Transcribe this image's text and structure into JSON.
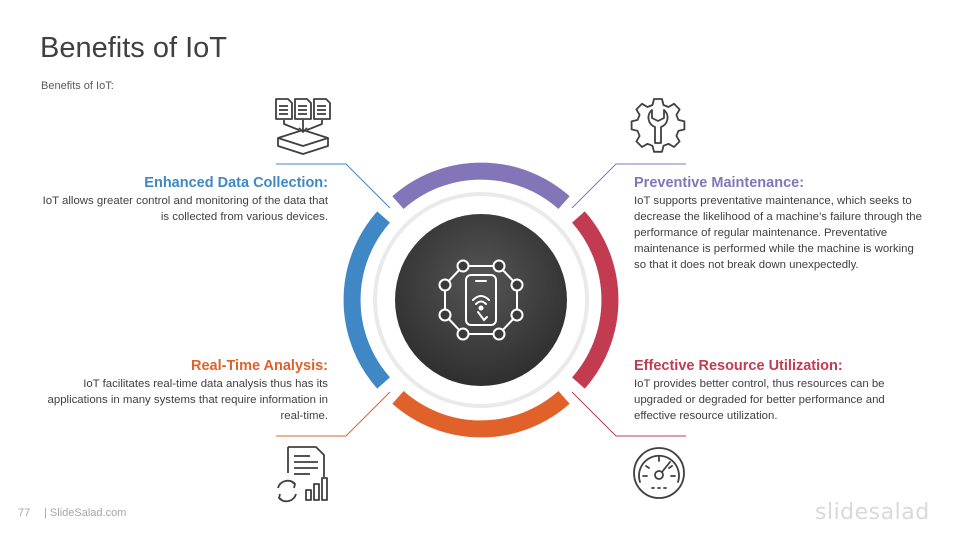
{
  "slide": {
    "title": "Benefits of IoT",
    "subtitle": "Benefits of IoT:",
    "page_number": "77",
    "source": "| SlideSalad.com",
    "brand": "slidesalad"
  },
  "colors": {
    "blue": "#3f88c5",
    "purple": "#8275b8",
    "red": "#c23b50",
    "orange": "#e0622a",
    "center": "#3a3a3a"
  },
  "benefits": [
    {
      "heading": "Enhanced Data Collection:",
      "text": "IoT allows greater control and monitoring of the data that is collected from various devices.",
      "icon": "data-collection-icon",
      "color": "#3f88c5"
    },
    {
      "heading": "Real-Time Analysis:",
      "text": "IoT facilitates real-time data analysis thus has its applications in many systems that require information in real-time.",
      "icon": "analysis-report-icon",
      "color": "#e0622a"
    },
    {
      "heading": "Preventive Maintenance:",
      "text": "IoT supports preventative maintenance, which seeks to decrease the likelihood of a machine’s failure through the performance of regular maintenance. Preventative maintenance is performed while the machine is working so that it does not break down unexpectedly.",
      "icon": "gear-wrench-icon",
      "color": "#8275b8"
    },
    {
      "heading": "Effective Resource Utilization:",
      "text": "IoT provides better control, thus resources can be upgraded or degraded for better performance and effective resource utilization.",
      "icon": "gauge-icon",
      "color": "#c23b50"
    }
  ],
  "center_icon": "iot-network-icon"
}
